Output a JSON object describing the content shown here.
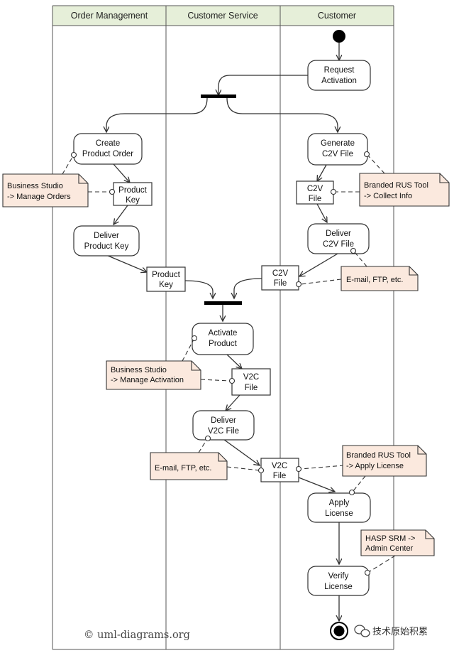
{
  "colors": {
    "lane_header_fill": "#e6efd9",
    "note_fill": "#fbe9de",
    "action_fill": "#ffffff",
    "line": "#333333"
  },
  "lanes": [
    {
      "title": "Order Management"
    },
    {
      "title": "Customer Service"
    },
    {
      "title": "Customer"
    }
  ],
  "actions": {
    "request_activation": [
      "Request",
      "Activation"
    ],
    "create_product_order": [
      "Create",
      "Product Order"
    ],
    "generate_c2v_file": [
      "Generate",
      "C2V File"
    ],
    "deliver_product_key": [
      "Deliver",
      "Product Key"
    ],
    "deliver_c2v_file": [
      "Deliver",
      "C2V File"
    ],
    "activate_product": [
      "Activate",
      "Product"
    ],
    "deliver_v2c_file": [
      "Deliver",
      "V2C File"
    ],
    "apply_license": [
      "Apply",
      "License"
    ],
    "verify_license": [
      "Verify",
      "License"
    ]
  },
  "objects": {
    "product_key_1": [
      "Product",
      "Key"
    ],
    "c2v_file_1": [
      "C2V",
      "File"
    ],
    "product_key_2": [
      "Product",
      "Key"
    ],
    "c2v_file_2": [
      "C2V",
      "File"
    ],
    "v2c_file_1": [
      "V2C",
      "File"
    ],
    "v2c_file_2": [
      "V2C",
      "File"
    ]
  },
  "notes": {
    "business_studio_orders": [
      "Business Studio",
      "-> Manage Orders"
    ],
    "branded_rus_collect": [
      "Branded RUS Tool",
      "-> Collect Info"
    ],
    "email_ftp_1": [
      "E-mail, FTP, etc."
    ],
    "business_studio_activation": [
      "Business Studio",
      "-> Manage Activation"
    ],
    "email_ftp_2": [
      "E-mail, FTP, etc."
    ],
    "branded_rus_apply": [
      "Branded RUS Tool",
      "-> Apply License"
    ],
    "hasp_srm": [
      "HASP SRM ->",
      "Admin Center"
    ]
  },
  "footer": {
    "copyright": "© uml-diagrams.org",
    "watermark": "技术原始积累",
    "watermark_icon": "wechat-icon"
  }
}
